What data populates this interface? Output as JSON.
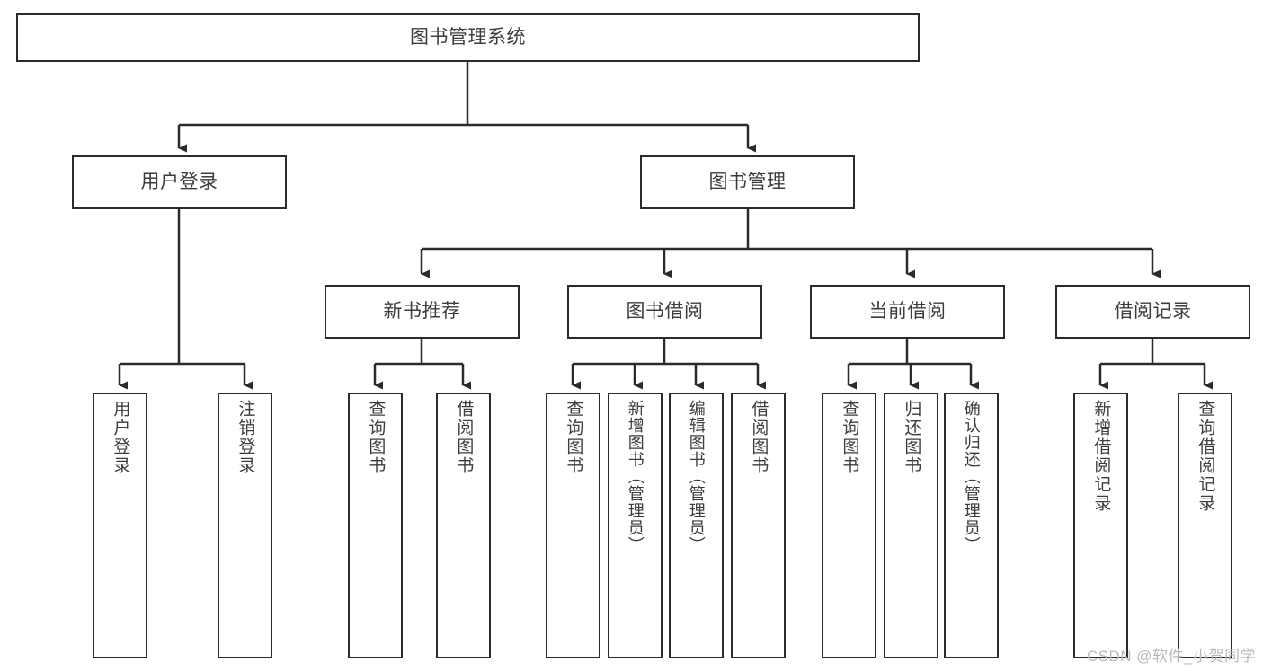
{
  "diagram": {
    "title": "图书管理系统",
    "type": "tree-hierarchy",
    "watermark": "CSDN @软件_小贺同学",
    "colors": {
      "background": "#ffffff",
      "box_border": "#2b2b2b",
      "box_fill": "#ffffff",
      "text": "#3d3d3d",
      "connector": "#2b2b2b",
      "watermark": "#b9b9b9"
    },
    "nodes": {
      "root": {
        "label": "图书管理系统"
      },
      "level2": [
        {
          "label": "用户登录"
        },
        {
          "label": "图书管理"
        }
      ],
      "level3": [
        {
          "label": "新书推荐"
        },
        {
          "label": "图书借阅"
        },
        {
          "label": "当前借阅"
        },
        {
          "label": "借阅记录"
        }
      ],
      "leaves": [
        {
          "label": "用户登录",
          "parent": "用户登录"
        },
        {
          "label": "注销登录",
          "parent": "用户登录"
        },
        {
          "label": "查询图书",
          "parent": "新书推荐"
        },
        {
          "label": "借阅图书",
          "parent": "新书推荐"
        },
        {
          "label": "查询图书",
          "parent": "图书借阅"
        },
        {
          "label": "新增图书（管理员）",
          "parent": "图书借阅"
        },
        {
          "label": "编辑图书（管理员）",
          "parent": "图书借阅"
        },
        {
          "label": "借阅图书",
          "parent": "图书借阅"
        },
        {
          "label": "查询图书",
          "parent": "当前借阅"
        },
        {
          "label": "归还图书",
          "parent": "当前借阅"
        },
        {
          "label": "确认归还（管理员）",
          "parent": "当前借阅"
        },
        {
          "label": "新增借阅记录",
          "parent": "借阅记录"
        },
        {
          "label": "查询借阅记录",
          "parent": "借阅记录"
        }
      ]
    }
  }
}
